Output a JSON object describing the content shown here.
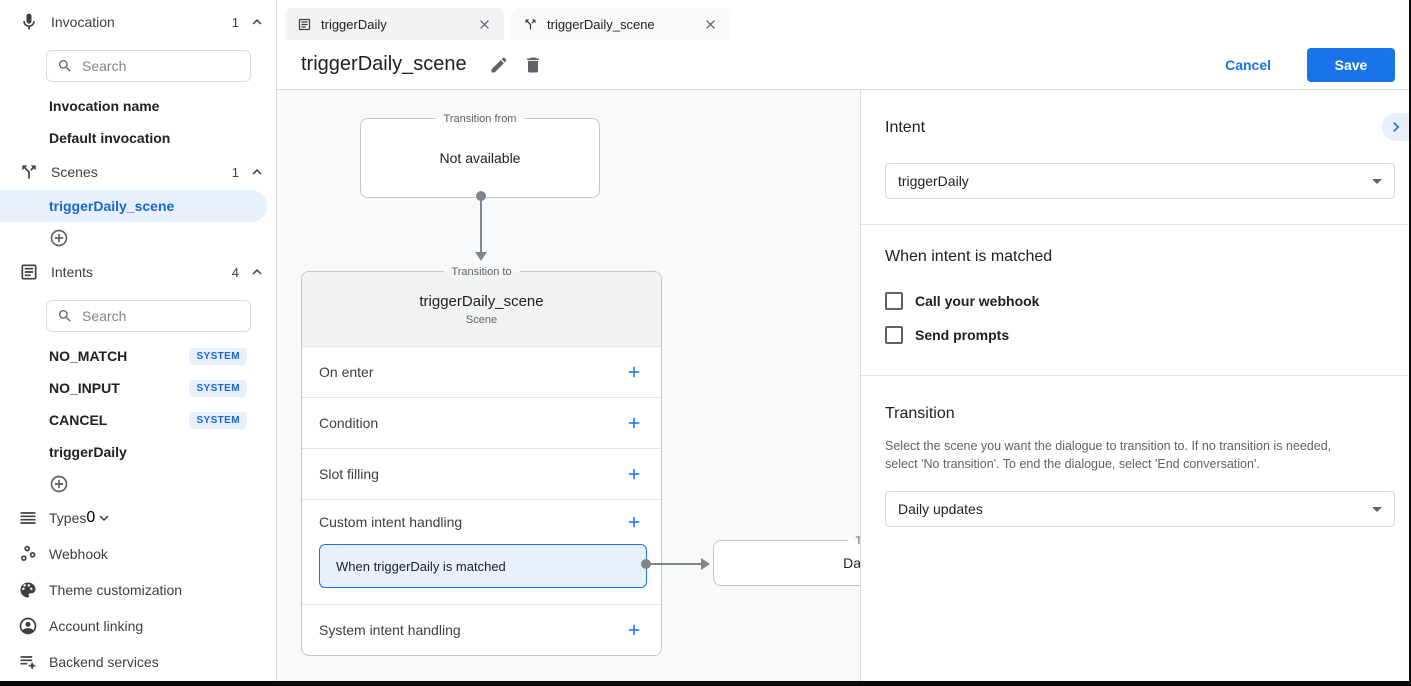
{
  "colors": {
    "accent_blue": "#1a73e8",
    "light_blue": "#e8f0fe",
    "badge_text": "#1967d2",
    "canvas_bg": "#f8f9fa"
  },
  "sidebar": {
    "invocation": {
      "label": "Invocation",
      "count": "1",
      "search_placeholder": "Search",
      "items": [
        {
          "label": "Invocation name"
        },
        {
          "label": "Default invocation"
        }
      ]
    },
    "scenes": {
      "label": "Scenes",
      "count": "1",
      "items": [
        {
          "label": "triggerDaily_scene",
          "selected": true
        }
      ]
    },
    "intents": {
      "label": "Intents",
      "count": "4",
      "search_placeholder": "Search",
      "items": [
        {
          "label": "NO_MATCH",
          "badge": "SYSTEM"
        },
        {
          "label": "NO_INPUT",
          "badge": "SYSTEM"
        },
        {
          "label": "CANCEL",
          "badge": "SYSTEM"
        },
        {
          "label": "triggerDaily"
        }
      ]
    },
    "types": {
      "label": "Types",
      "count": "0"
    },
    "links": [
      {
        "label": "Webhook"
      },
      {
        "label": "Theme customization"
      },
      {
        "label": "Account linking"
      },
      {
        "label": "Backend services"
      }
    ]
  },
  "tabs": [
    {
      "label": "triggerDaily",
      "icon": "intent-icon",
      "active": false
    },
    {
      "label": "triggerDaily_scene",
      "icon": "scene-icon",
      "active": true
    }
  ],
  "header": {
    "title": "triggerDaily_scene",
    "cancel_label": "Cancel",
    "save_label": "Save"
  },
  "canvas": {
    "transition_from": {
      "legend": "Transition from",
      "content": "Not available"
    },
    "scene_node": {
      "legend": "Transition to",
      "title": "triggerDaily_scene",
      "subtitle": "Scene",
      "rows": [
        {
          "label": "On enter"
        },
        {
          "label": "Condition"
        },
        {
          "label": "Slot filling"
        },
        {
          "label": "Custom intent handling",
          "child": "When triggerDaily is matched"
        },
        {
          "label": "System intent handling"
        }
      ]
    },
    "target_node": {
      "legend": "Transition to",
      "content": "Daily updates"
    }
  },
  "panel": {
    "intent": {
      "heading": "Intent",
      "value": "triggerDaily"
    },
    "matched": {
      "heading": "When intent is matched",
      "checkboxes": [
        {
          "label": "Call your webhook",
          "checked": false
        },
        {
          "label": "Send prompts",
          "checked": false
        }
      ]
    },
    "transition": {
      "heading": "Transition",
      "description": "Select the scene you want the dialogue to transition to. If no transition is needed, select 'No transition'. To end the dialogue, select 'End conversation'.",
      "value": "Daily updates"
    }
  }
}
